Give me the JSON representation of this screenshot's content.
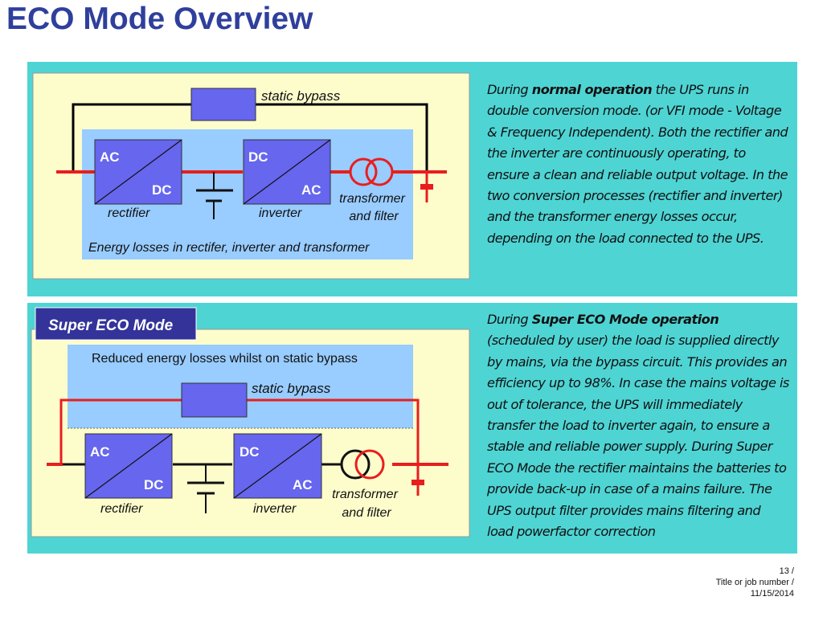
{
  "title": "ECO Mode Overview",
  "normal": {
    "static_bypass": "static bypass",
    "rect_ac": "AC",
    "rect_dc": "DC",
    "rectifier": "rectifier",
    "inv_dc": "DC",
    "inv_ac": "AC",
    "inverter": "inverter",
    "transformer_line1": "transformer",
    "transformer_line2": "and filter",
    "energy_losses": "Energy losses in rectifer, inverter and transformer",
    "desc_pre": "During ",
    "desc_bold": "normal operation",
    "desc_post": " the UPS runs in double conversion mode. (or VFI mode - Voltage & Frequency Independent). Both the rectifier and the inverter are continuously operating, to ensure a clean and reliable output voltage. In the two conversion processes (rectifier and inverter) and the transformer energy losses occur, depending on the load connected to the UPS."
  },
  "eco": {
    "badge": "Super ECO Mode",
    "reduced_losses": "Reduced energy losses whilst on static bypass",
    "static_bypass": "static bypass",
    "rect_ac": "AC",
    "rect_dc": "DC",
    "rectifier": "rectifier",
    "inv_dc": "DC",
    "inv_ac": "AC",
    "inverter": "inverter",
    "transformer_line1": "transformer",
    "transformer_line2": "and filter",
    "desc_pre": "During ",
    "desc_bold": "Super ECO Mode operation",
    "desc_post": " (scheduled by user) the load is supplied directly by mains, via the bypass circuit. This provides an efficiency up to 98%. In case the mains voltage is out of tolerance, the UPS will immediately transfer the load to inverter again, to ensure a stable and reliable power supply. During Super ECO Mode the rectifier maintains the batteries to provide back-up in case of a mains failure. The UPS output filter provides mains filtering and load powerfactor correction"
  },
  "footer": {
    "page": "13 /",
    "job": "Title or job number /",
    "date": "11/15/2014"
  },
  "colors": {
    "title": "#2f3f9c",
    "panel_bg": "#4fd4d4",
    "diagram_bg": "#fdfdcc",
    "light_blue": "#99ccff",
    "block_fill": "#6666ee",
    "badge_fill": "#333399",
    "power_red": "#e81e1e"
  }
}
